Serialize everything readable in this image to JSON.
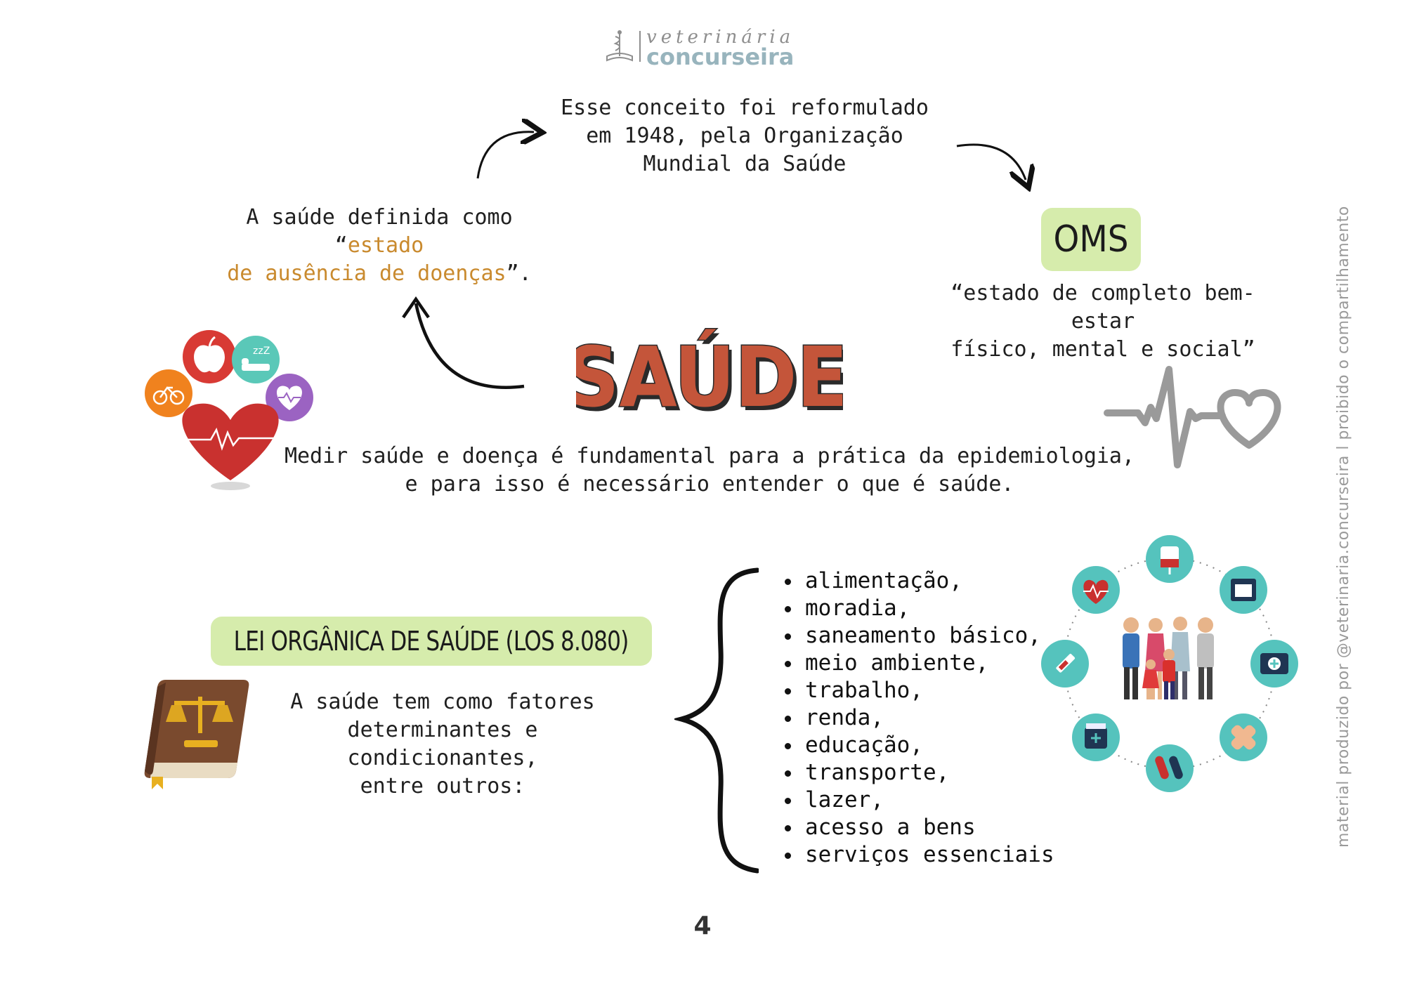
{
  "header": {
    "logo_script": "veterinária",
    "logo_brand": "concurseira"
  },
  "top_note": {
    "line1": "Esse conceito foi reformulado",
    "line2": "em 1948, pela Organização",
    "line3": "Mundial da Saúde"
  },
  "old_definition": {
    "prefix": "A saúde definida como “",
    "highlight_1": "estado",
    "highlight_2": "de ausência de doenças",
    "suffix": "”."
  },
  "oms": {
    "badge": "OMS",
    "line1": "“estado de completo bem-estar",
    "line2": "físico, mental e social”"
  },
  "title": "SAÚDE",
  "measure_text": {
    "line1": "Medir saúde e doença é fundamental para a prática da epidemiologia,",
    "line2": "e para isso é necessário entender o que é saúde."
  },
  "los": {
    "badge": "LEI ORGÂNICA DE SAÚDE (LOS 8.080)",
    "line1": "A saúde tem como fatores",
    "line2": "determinantes e condicionantes,",
    "line3": "entre outros:"
  },
  "factors": [
    "alimentação,",
    "moradia,",
    "saneamento básico,",
    "meio ambiente,",
    "trabalho,",
    "renda,",
    "educação,",
    "transporte,",
    "lazer,",
    "acesso a bens",
    "serviços essenciais"
  ],
  "watermark": "material produzido por @veterinaria.concurseira l proibido o compartilhamento",
  "page_number": "4",
  "colors": {
    "accent": "#c98a2e",
    "badge_green": "#d6ecac",
    "title_fill": "#c4553a",
    "teal": "#55c3bd",
    "heart_red": "#c9312f"
  },
  "icons": {
    "logo": "caduceus-book-icon",
    "health_cluster": [
      "apple-icon",
      "sleep-icon",
      "bicycle-icon",
      "heart-monitor-icon",
      "heart-icon"
    ],
    "pulse": "heartbeat-line-icon",
    "law": "law-book-scales-icon",
    "family_circle": [
      "family-icon",
      "blood-bag-icon",
      "medicine-box-icon",
      "first-aid-kit-icon",
      "bandage-icon",
      "pills-icon",
      "medicine-jar-icon",
      "syringe-icon",
      "heart-rate-icon"
    ]
  }
}
